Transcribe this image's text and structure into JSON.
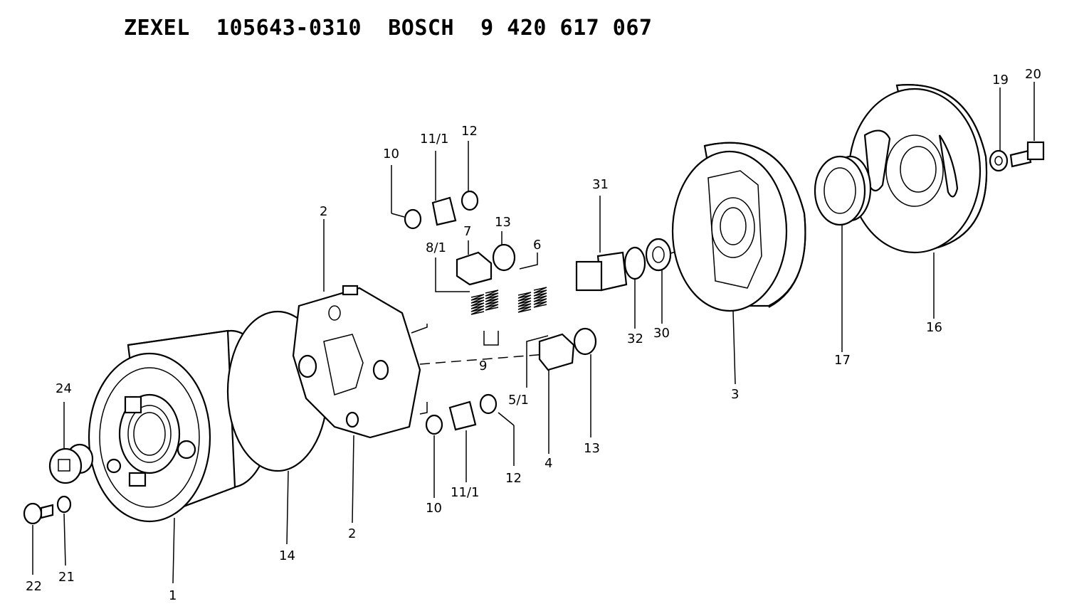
{
  "title": "ZEXEL  105643-0310  BOSCH  9 420 617 067",
  "callouts": {
    "c1": "1",
    "c2a": "2",
    "c2b": "2",
    "c3": "3",
    "c4": "4",
    "c5_1": "5/1",
    "c6": "6",
    "c7": "7",
    "c8_1": "8/1",
    "c9": "9",
    "c10a": "10",
    "c10b": "10",
    "c11_1a": "11/1",
    "c11_1b": "11/1",
    "c12a": "12",
    "c12b": "12",
    "c13a": "13",
    "c13b": "13",
    "c14": "14",
    "c16": "16",
    "c17": "17",
    "c19": "19",
    "c20": "20",
    "c21": "21",
    "c22": "22",
    "c24": "24",
    "c30": "30",
    "c31": "31",
    "c32": "32"
  }
}
